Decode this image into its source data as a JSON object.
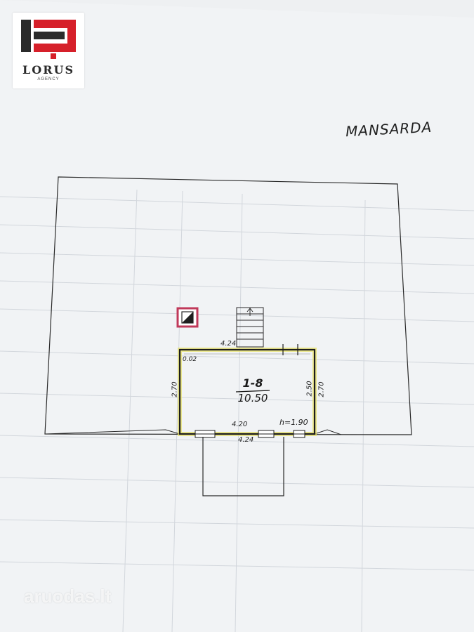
{
  "plan": {
    "title": "MANSARDA",
    "room": {
      "id": "1-8",
      "area": "10.50"
    },
    "dimensions": {
      "top_width": "4.24",
      "left_height": "2.70",
      "right_inner_height": "2.50",
      "right_outer_height": "2.70",
      "bottom_inner_width": "4.20",
      "bottom_outer_width": "4.24",
      "corner_note": "0.02",
      "ceiling_height": "h=1.90"
    }
  },
  "branding": {
    "logo_text": "LORUS",
    "logo_subtext": "AGENCY",
    "watermark": "aruodas.lt"
  },
  "colors": {
    "logo_red": "#d6202a",
    "logo_dark": "#2b2b2b",
    "ink": "#1f1f1f",
    "highlight": "#e8e36a",
    "chimney": "#c0395a"
  }
}
